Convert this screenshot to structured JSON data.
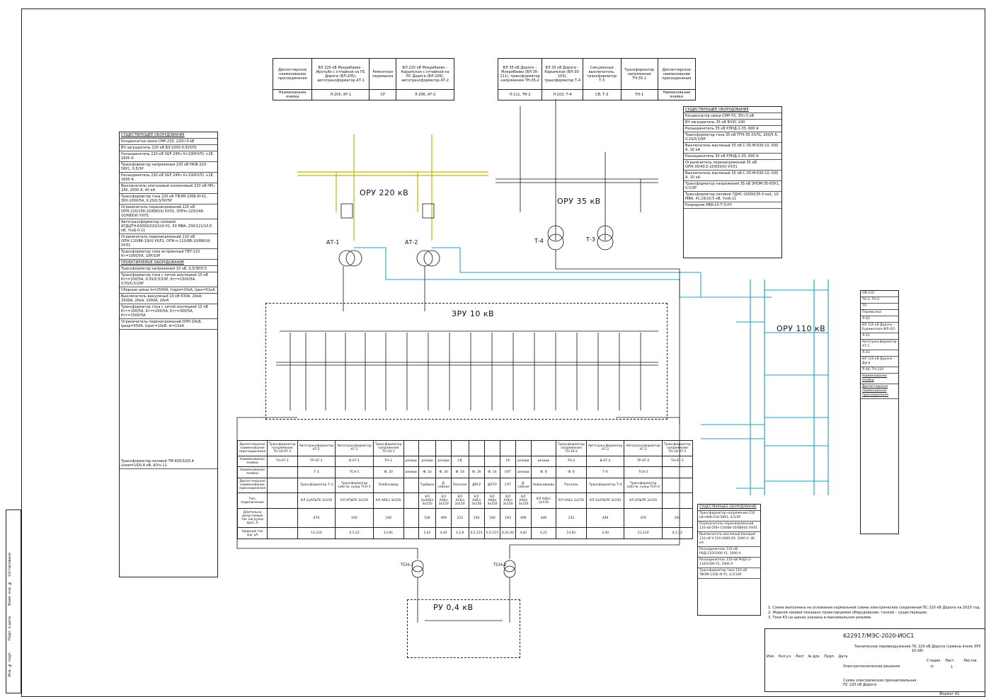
{
  "labels": {
    "oru220": "ОРУ 220 кВ",
    "oru35": "ОРУ 35 кВ",
    "oru110": "ОРУ 110 кВ",
    "zru10": "ЗРУ 10 кВ",
    "ru04": "РУ 0,4 кВ",
    "at1": "АТ-1",
    "at2": "АТ-2",
    "t4": "Т-4",
    "t3": "Т-3",
    "tsn1": "ТСН-1",
    "tsn2": "ТСН-2"
  },
  "top_table_220": {
    "row1": [
      "Диспетчерское наименование присоединения",
      "ВЛ 220 кВ Мокрибаево – Ирульбо с отпайкой на ПС Дороги (ВЛ-205), автотрансформатор АТ-1",
      "Ремонтная перемычка",
      "ВЛ 220 кВ Мокрибаево – Карымская с отпайкой на ПС Дороги (ВЛ-206), автотрансформатор АТ-2"
    ],
    "row2": [
      "Наименование ячейки",
      "Л-205, АТ-1",
      "СР",
      "Л-206, АТ-2"
    ]
  },
  "top_table_35": {
    "row1": [
      "ВЛ 35 кВ Дороги – Мокрибаево (ВЛ-35-111), трансформатор напряжения ТН-35-2",
      "ВЛ 35 кВ Дороги – Карымская (ВЛ-35-103), трансформатор Т-4",
      "Секционный выключатель, трансформатор Т-3",
      "Трансформатор напряжения ТН-35-1",
      "Диспетчерское наименование присоединения"
    ],
    "row2": [
      "Л-111, ТН-2",
      "Л-103, Т-4",
      "СВ, Т-3",
      "ТН-1",
      "Наименование ячейки"
    ]
  },
  "spec_220": {
    "existing_header": "СУЩЕСТВУЮЩЕЕ ОБОРУДОВАНИЕ",
    "existing": [
      "Конденсатор связи СМР-220, 220/√3 кВ",
      "ВЧ заградитель 220 кВ ВЗ-1000-0,5УХЛ1",
      "Разъединитель 220 кВ SGF-245n II+100УХЛ1 +2Е, 1600 А",
      "Трансформатор напряжения 220 кВ НКФ-220-58У1, 0,5/3Р",
      "Разъединитель 220 кВ SGF-245n II+100УХЛ1 +1Е, 1600 А",
      "Выключатель элегазовый колонковый 220 кВ HPL-245, 2500 А, 40 кА",
      "Трансформатор тока 220 кВ ТФЗМ-220Б-III-У1, 300-1000/5А, 0,2S/0,5/5Р/5Р",
      "Ограничитель перенапряжений 220 кВ ОПН-220/156-10/680(II) УХЛ1, ОПНп-220/146-10/680(II) УХЛ1",
      "Автотрансформатор силовой АТДЦТН-63000/220/110-У1, 63 МВА, 230/121/10,5 кВ, Yн/Δ-0-11",
      "Ограничитель перенапряжений 110 кВ ОПН-110/88-10(II) УХЛ1, ОПН-п-110/88-10/680(II) УХЛ1",
      "Трансформатор тока встроенный ТВТ-110 Кт=1000/5А, 10Р/10Р"
    ],
    "projected_header": "ПРОЕКТИРУЕМОЕ ОБОРУДОВАНИЕ",
    "projected": [
      "Трансформатор напряжения 10 кВ, 0,5/3Р/0,5",
      "Трансформатор тока с литой изоляцией 10 кВ Ктт=150/5А, 0,5S/0,5/10Р, Ктт=1500/5А, 0,5S/0,5/10Р",
      "Сборные шины Iн=2500А, Iтерм=20кА, Iдин=51кА",
      "Выключатель вакуумный 10 кВ 630А, 20кА; 2500А, 20кА; 1000А, 20кА",
      "Трансформатор тока с литой изоляцией 10 кВ Ктт=150/5А, Ктт=200/5А, Ктт=300/5А, Ктт=1500/5А",
      "Ограничитель перенапряжений ОПН-10кВ, Iразр=550А, Uдоп=10кВ, Iк=10кА"
    ],
    "tsn": "Трансформатор силовой ТМ-400/10/0,4 Uном=10/0,4 кВ, Δ/Yн-11"
  },
  "spec_35": {
    "header": "СУЩЕСТВУЮЩЕЕ ОБОРУДОВАНИЕ",
    "items": [
      "Конденсатор связи СМР-55, 35/√3 кВ",
      "ВЧ заградитель 35 кВ ВЧЗС-100",
      "Разъединитель 35 кВ РЛНД-1-35, 600 А",
      "Трансформатор тока 35 кВ ТПЧ-35-ХХЛ1, 200/5 А, 0,2S/0,5/5Р",
      "Выключатель масляный 35 кВ С-35-М-630-10, 630 А, 10 кА",
      "Разъединитель 35 кВ РЛНД-1-35, 600 А",
      "Ограничитель перенапряжений 35 кВ ОПН-35/40,5-10/650(II) УХЛ1",
      "Выключатель масляный 35 кВ С-35-М-630-10, 630 А, 10 кА",
      "Трансформатор напряжения 35 кВ ЗНОМ-35-65У1, 0,5/3Р",
      "Трансформатор силовой ТДНС-10000/35-У-кв1, 10 МВА, 41,16/10,5 кВ, Yн/Δ-11",
      "Разрядник РВА-10-Т-3-УЧ"
    ]
  },
  "spec_110": {
    "header": "СУЩЕСТВУЮЩЕЕ ОБОРУДОВАНИЕ",
    "items": [
      "Трансформатор напряжения 110 кВ НКФ-110-58У1, 0,5/3Р",
      "Ограничитель перенапряжений 110 кВ ОПН-110/88-10/680(II) УХЛ1",
      "Выключатель масляный баковый 110 кВ У-110-2000-40, 2000 А, 40 кА",
      "Разъединитель 110 кВ РНД-110/1000 У1, 1000 А",
      "Разъединитель 110 кВ РНДЗ-2-110/1000 У1, 1000 А",
      "Трансформатор тока 110 кВ ТФЗМ-110Б-III У1, 0,5/10Р"
    ]
  },
  "table_110": {
    "headers": [
      "Наименование ячейки",
      "Диспетчерское наименование присоединения"
    ],
    "cells": [
      "ОВ-110",
      "ТН-1, ТН-2",
      "ТП",
      "Перемычка",
      "Л-42",
      "ВЛ 110 кВ Дороги – Буреинская (ВЛ-42)",
      "Л-41",
      "Автотрансформатор АТ-1",
      "Л-43",
      "ВЛ 110 кВ Дороги – Дуги",
      "Л-44, ТН-110"
    ]
  },
  "zru_table": {
    "row_disp_top": [
      "Диспетчерское наименование присоединения",
      "Трансформатор напряжения ТН-10-АТ-1",
      "Автотрансформатор АТ-1",
      "Автотрансформатор АТ-1",
      "Трансформатор напряжения ТН-10-1",
      "",
      "",
      "",
      "",
      "",
      "",
      "",
      "",
      "",
      "Трансформатор напряжения ТН-10-2",
      "Автотрансформатор АТ-2",
      "Автотрансформатор АТ-2",
      "Трансформатор напряжения ТН-10-АТ-2"
    ],
    "row_name_top": [
      "Наименование ячейки",
      "ТН-АТ-1",
      "ТР-АТ-1",
      "В-АТ-1",
      "ТН-1",
      "резерв",
      "резерв",
      "резерв",
      "СВ",
      "",
      "",
      "СР",
      "резерв",
      "резерв",
      "ТН-2",
      "В-АТ-2",
      "ТР-АТ-2",
      "ТН-АТ-2"
    ],
    "row_name": [
      "Наименование ячейки",
      "",
      "Т-3",
      "ТСН-1",
      "Ф. 20",
      "резерв",
      "Ф. 2а",
      "Ф. 20",
      "Ф. 18",
      "Ф. 16",
      "Ф. 14",
      "СКТ",
      "резерв",
      "Ф. 8",
      "Ф. 6",
      "Т-4",
      "ТСН-2",
      ""
    ],
    "row_disp": [
      "Диспетчерское наименование присоединения",
      "",
      "Трансформатор Т-3",
      "Трансформатор собств. нужд ТСН-1",
      "Хлебозавод",
      "",
      "Турбино",
      "Д. собная",
      "Поселок",
      "ДРСУ",
      "ДЭГО",
      "СХТ",
      "Д. собная",
      "Новокаваево",
      "Поселок",
      "Трансформатор Т-4",
      "Трансформатор собств. нужд ТСН-2",
      ""
    ],
    "row_cable": [
      "Тип, подключения",
      "",
      "КЛ 2хАПвПУ 3х150",
      "КЛ АПвПУ 3х150",
      "КЛ ААБл 3х150",
      "",
      "КЛ 2хААБл 3х150",
      "КЛ ААБл 3х150",
      "КЛ АСБл 3х120",
      "КЛ ААБл 3х150",
      "КЛ ААБл 3х150",
      "КЛ ААБл 3х150",
      "КЛ ААБл 3х150",
      "КЛ ААБл 3х150",
      "КЛ ААБл 3х150",
      "КЛ 2хАПвПУ 3х150",
      "КЛ АПвПУ 3х150",
      ""
    ],
    "row_current": [
      "Длительно допустимый ток нагрузки Iдоп, А",
      "",
      "476",
      "193",
      "330",
      "",
      "530",
      "499",
      "233",
      "330",
      "330",
      "193",
      "499",
      "446",
      "233",
      "446",
      "476",
      "193"
    ],
    "row_short": [
      "Ударный ток iуд, кА",
      "",
      "11,210",
      "0,5,12",
      "13,81",
      "",
      "5,42",
      "4,42",
      "1,5,6",
      "0,5,115",
      "0,5,115",
      "0,25,42",
      "4,42",
      "4,21",
      "13,81",
      "3,50",
      "11,210",
      "0,5,12"
    ]
  },
  "notes": [
    "1. Схема выполнена на основании нормальной схемы электрических соединений ПС 220 кВ Дороги на 2020 год.",
    "2. Жирной линией показано проектируемое оборудование, тонкой – существующее.",
    "3. Токи КЗ на шинах указаны в максимальном режиме."
  ],
  "stamp": {
    "code": "622917/МЭС-2020-ИОС1",
    "title": "Техническое перевооружение ПС 220 кВ Дороги (замена ячеек ЗРУ 10 кВ)",
    "section": "Электротехнические решения",
    "sheet_name": "Схема электрическая принципиальная ПС 220 кВ Дороги",
    "stage_label": "Стадия",
    "sheet_label": "Лист",
    "sheets_label": "Листов",
    "stage": "П",
    "sheet": "1",
    "cols": [
      "Изм.",
      "Кол.уч.",
      "Лист",
      "№ док.",
      "Подп.",
      "Дата"
    ],
    "format": "Формат А1"
  },
  "side_stamp": [
    "Инв. № подл.",
    "Подп. и дата",
    "Взам. инв. №",
    "Согласовано"
  ],
  "colors": {
    "line": "#111111",
    "bus_220": "#c8b400",
    "link_cyan": "#1aa3b8",
    "oru110": "#1a9fb5"
  }
}
